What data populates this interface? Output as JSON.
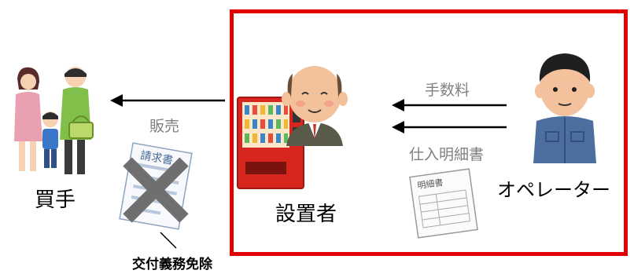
{
  "diagram": {
    "labels": {
      "buyer": "買手",
      "installer": "設置者",
      "operator": "オペレーター",
      "sale": "販売",
      "commission": "手数料",
      "purchase_statement": "仕入明細書",
      "exemption": "交付義務免除"
    },
    "document_titles": {
      "invoice": "請求書",
      "statement": "明細書"
    },
    "colors": {
      "frame": "#e00000",
      "vending_machine": "#d7261d",
      "arrow": "#000000",
      "cross": "#6f6f6f",
      "muted_text": "#7f7f7f"
    },
    "icons": [
      "shopper-family-icon",
      "vending-machine-icon",
      "bald-man-icon",
      "operator-worker-icon",
      "invoice-document-icon",
      "statement-document-icon",
      "cross-mark-icon"
    ]
  }
}
